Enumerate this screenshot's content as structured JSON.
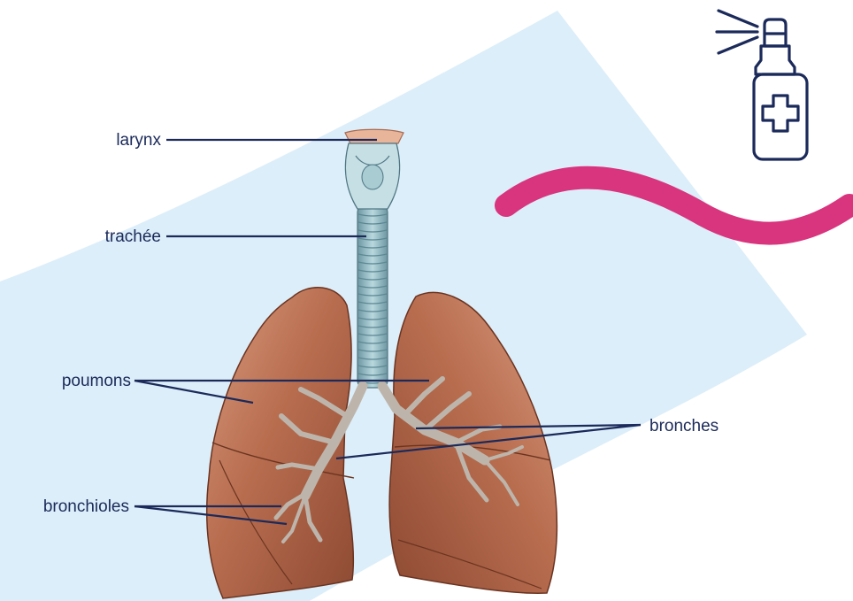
{
  "colors": {
    "background": "#ffffff",
    "backdrop": "#dceef9",
    "accent_wave": "#d9347e",
    "line": "#1b2a5a",
    "label_text": "#1b2a5a",
    "lung": "#b86d4f",
    "lung_dark": "#8e4a33",
    "lung_light": "#dba58d",
    "trachea": "#9fc4cc",
    "trachea_dark": "#6d97a3",
    "bronchi": "#c9c3bb"
  },
  "icons": [
    "spray-bottle-icon",
    "medical-cross-icon",
    "wave-decoration"
  ],
  "labels": {
    "larynx": "larynx",
    "trachea": "trachée",
    "lungs": "poumons",
    "bronchi": "bronches",
    "bronchioles": "bronchioles"
  }
}
